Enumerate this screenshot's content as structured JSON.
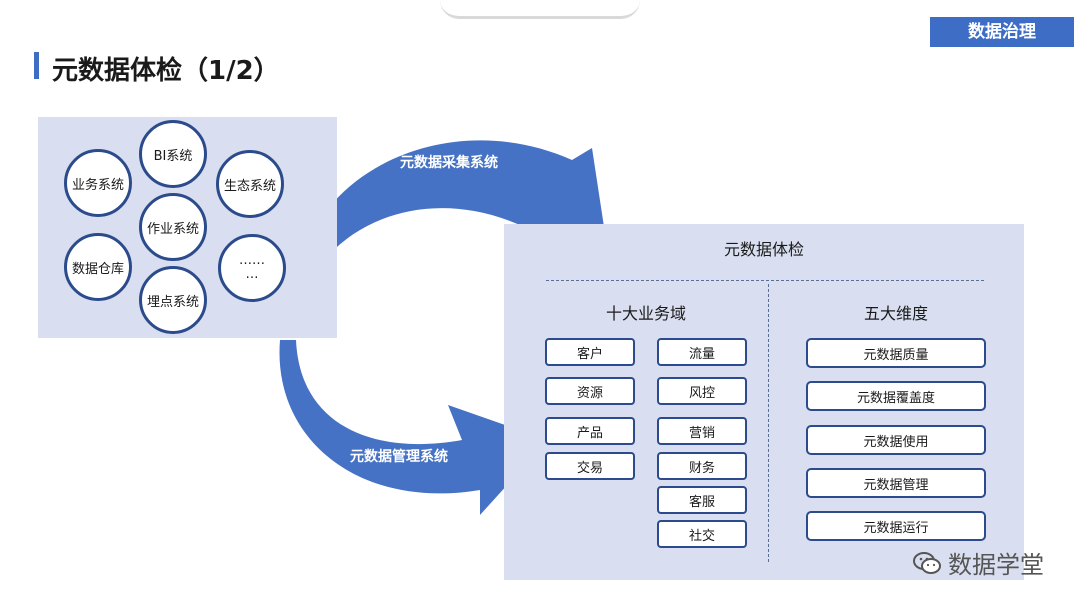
{
  "header": {
    "tag": "数据治理",
    "title": "元数据体检（1/2）"
  },
  "sources": {
    "items": [
      "业务系统",
      "BI系统",
      "生态系统",
      "作业系统",
      "数据仓库",
      "……\n…",
      "埋点系统"
    ]
  },
  "arrows": {
    "collect": "元数据采集系统",
    "manage": "元数据管理系统"
  },
  "main": {
    "title": "元数据体检",
    "domains": {
      "heading": "十大业务域",
      "left": [
        "客户",
        "资源",
        "产品",
        "交易"
      ],
      "right": [
        "流量",
        "风控",
        "营销",
        "财务",
        "客服",
        "社交"
      ]
    },
    "dimensions": {
      "heading": "五大维度",
      "items": [
        "元数据质量",
        "元数据覆盖度",
        "元数据使用",
        "元数据管理",
        "元数据运行"
      ]
    }
  },
  "watermark": {
    "text": "数据学堂",
    "icon": "wechat-icon"
  },
  "colors": {
    "accent": "#3e6dc6",
    "panel": "#d9dff0",
    "border": "#2b4b8c"
  }
}
